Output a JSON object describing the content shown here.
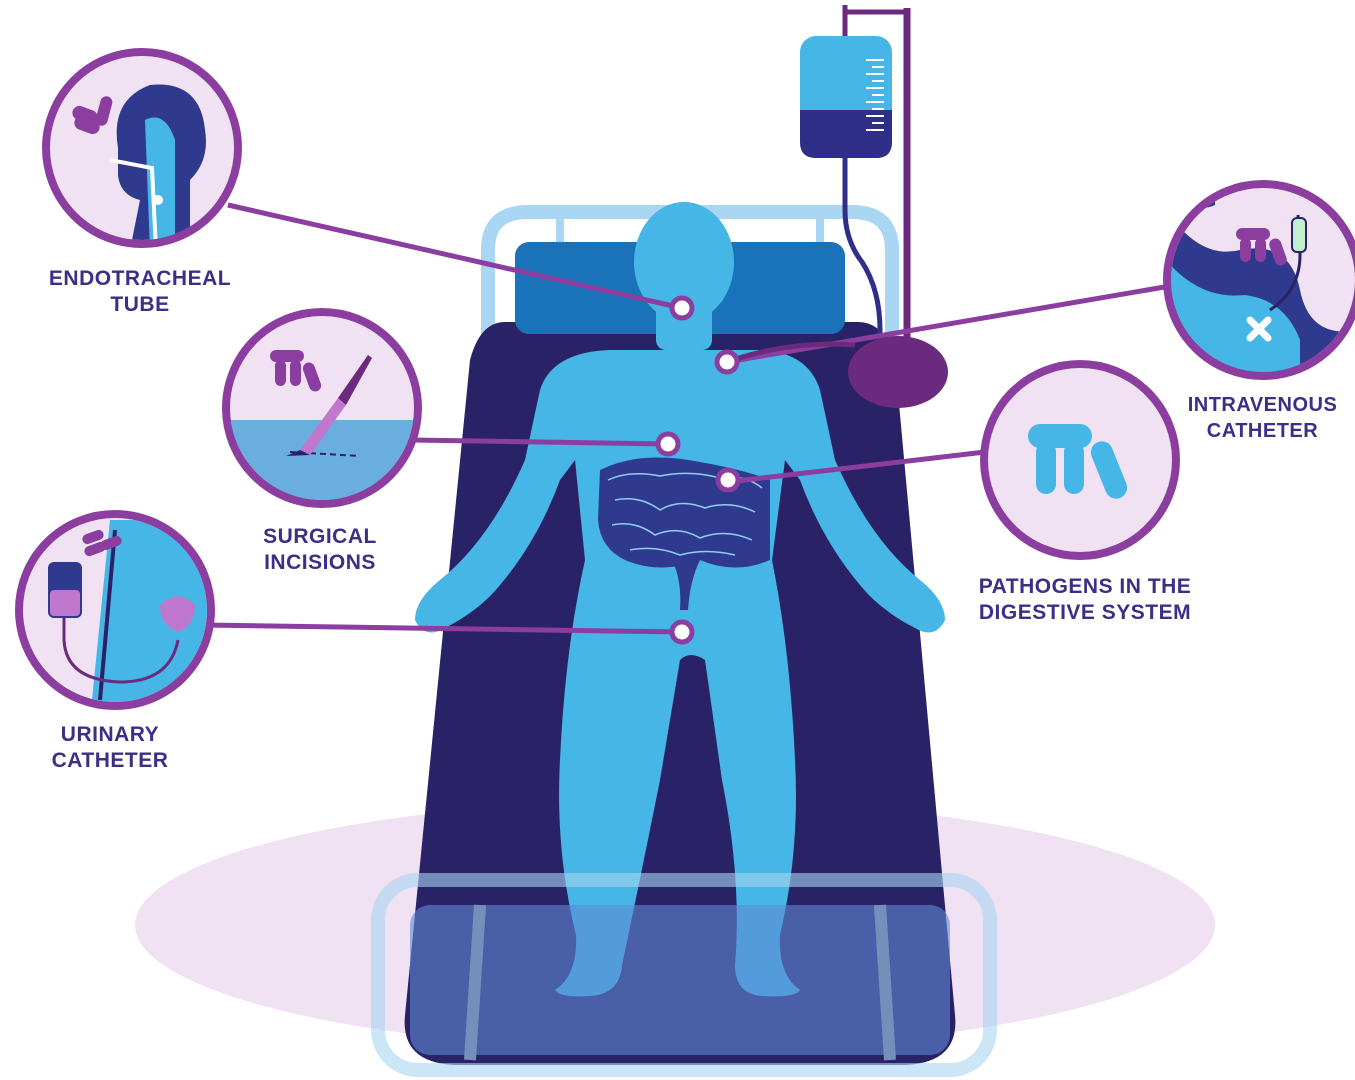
{
  "colors": {
    "navy": "#2a2266",
    "deep_blue": "#2f3a8f",
    "body_blue": "#45b6e6",
    "light_blue": "#8fd0ef",
    "purple": "#8b3ea0",
    "dark_purple": "#6b2a7e",
    "lavender": "#f0e2f3",
    "label": "#3b2f86"
  },
  "callouts": [
    {
      "id": "endotracheal",
      "icon": "intubated-head-icon",
      "line1": "ENDOTRACHEAL",
      "line2": "TUBE"
    },
    {
      "id": "surgical",
      "icon": "scalpel-icon",
      "line1": "SURGICAL",
      "line2": "INCISIONS"
    },
    {
      "id": "urinary",
      "icon": "urine-bag-icon",
      "line1": "URINARY",
      "line2": "CATHETER"
    },
    {
      "id": "intravenous",
      "icon": "iv-catheter-icon",
      "line1": "INTRAVENOUS",
      "line2": "CATHETER"
    },
    {
      "id": "digestive",
      "icon": "bacteria-icon",
      "line1": "PATHOGENS IN THE",
      "line2": "DIGESTIVE SYSTEM"
    }
  ]
}
